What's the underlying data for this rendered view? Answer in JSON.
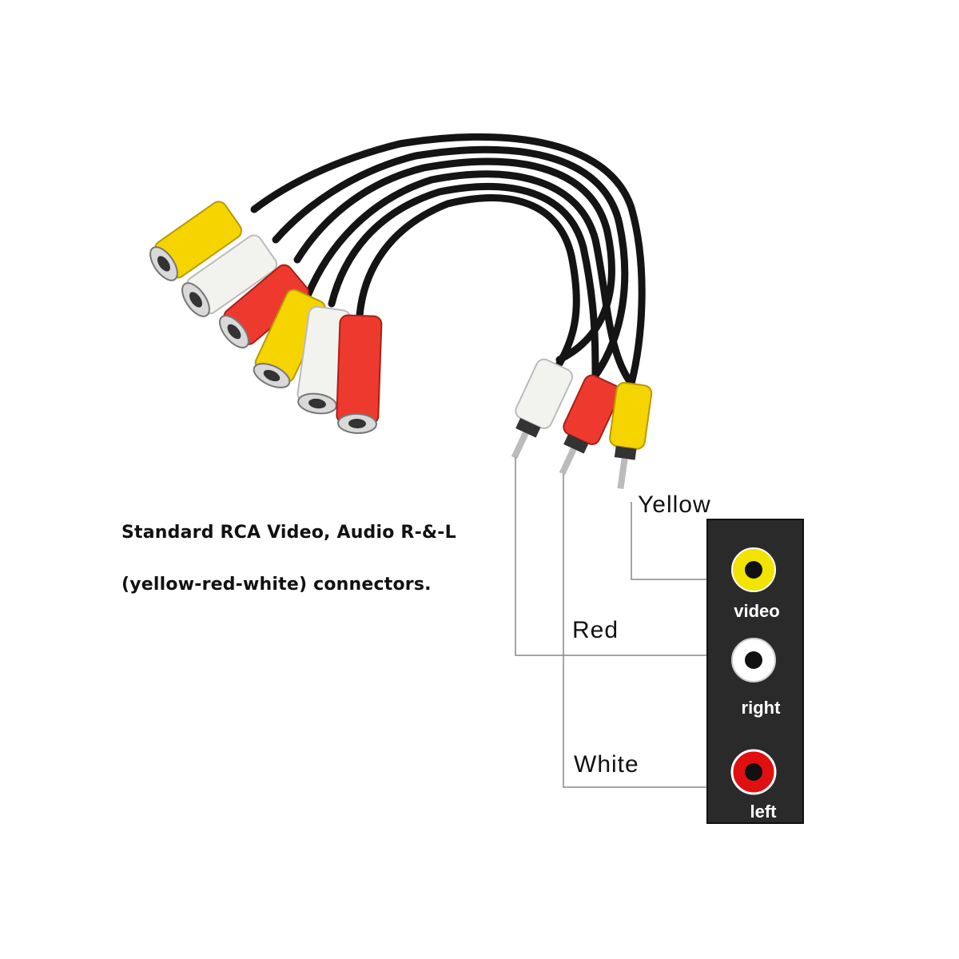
{
  "caption": {
    "line1": "Standard RCA Video, Audio R-&-L",
    "line2": "(yellow-red-white) connectors."
  },
  "cable_labels": {
    "yellow": "Yellow",
    "red": "Red",
    "white": "White"
  },
  "panel": {
    "jacks": [
      {
        "label": "video",
        "color": "#f2e300"
      },
      {
        "label": "right",
        "color": "#ffffff"
      },
      {
        "label": "left",
        "color": "#e01010"
      }
    ]
  },
  "colors": {
    "yellow": "#f5d400",
    "white": "#f2f2ee",
    "red": "#ee3a2e",
    "cable": "#141414",
    "panel": "#2a2a2a"
  }
}
